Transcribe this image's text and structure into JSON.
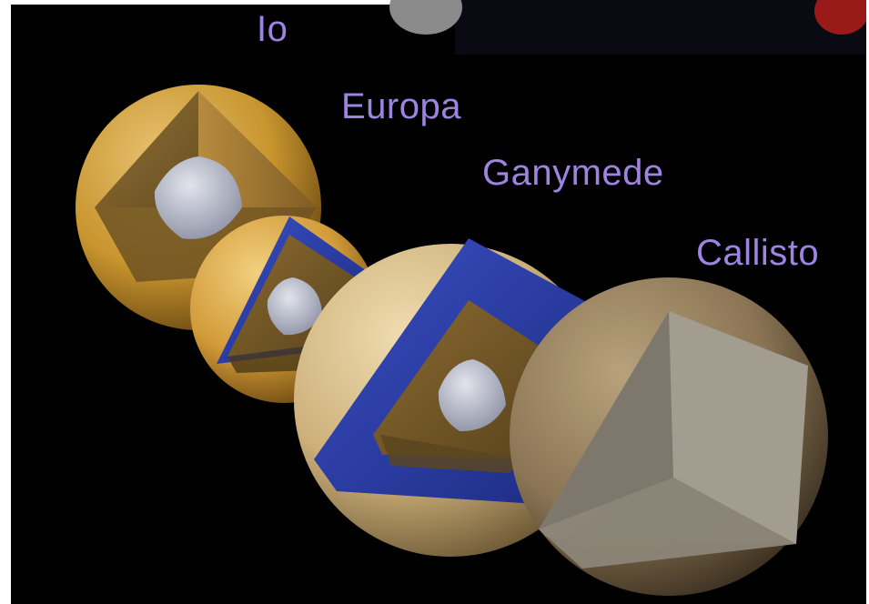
{
  "labels": {
    "io": "Io",
    "europa": "Europa",
    "ganymede": "Ganymede",
    "callisto": "Callisto"
  },
  "colors": {
    "background": "#000000",
    "label_text": "#9d84e0",
    "ice_ocean": "#2b3ea8",
    "io_surface": "#c89a3c",
    "ganymede_surface": "#d8c08a",
    "callisto_surface": "#8a7a60",
    "core": "#b8bccb"
  }
}
